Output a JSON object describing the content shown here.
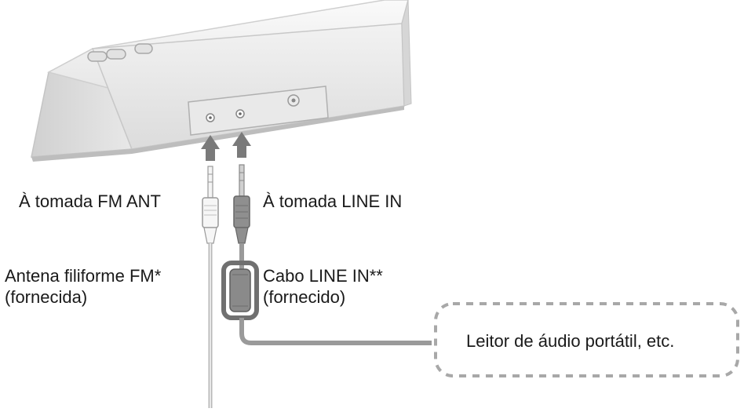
{
  "labels": {
    "fm_ant_socket": "À tomada FM ANT",
    "line_in_socket": "À tomada LINE IN",
    "fm_antenna_line1": "Antena filiforme FM*",
    "fm_antenna_line2": "(fornecida)",
    "line_in_cable_line1": "Cabo LINE IN**",
    "line_in_cable_line2": "(fornecido)",
    "portable_player": "Leitor de áudio portátil, etc."
  },
  "colors": {
    "speaker_body": "#eeeeee",
    "speaker_shadow": "#c9c9c9",
    "arrow": "#7a7a7a",
    "cable_gray": "#9a9a9a",
    "antenna_wire": "#b8b8b8",
    "dashed_outline": "#a8a8a8",
    "text": "#1a1a1a"
  }
}
